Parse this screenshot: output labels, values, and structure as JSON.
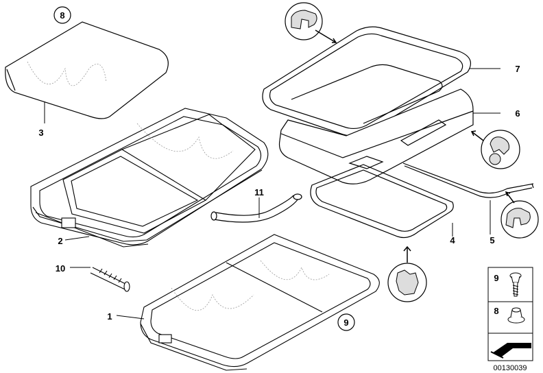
{
  "diagram": {
    "part_labels": [
      "1",
      "2",
      "3",
      "4",
      "5",
      "6",
      "7",
      "10",
      "11"
    ],
    "circled_labels": [
      "8",
      "9"
    ],
    "legend": [
      {
        "number": "9",
        "icon": "screw-icon"
      },
      {
        "number": "8",
        "icon": "clip-nut-icon"
      },
      {
        "number": "",
        "icon": "arrow-icon"
      }
    ],
    "drawing_number": "00130039",
    "colors": {
      "line": "#000000",
      "background": "#ffffff",
      "detail": "#444444"
    }
  }
}
